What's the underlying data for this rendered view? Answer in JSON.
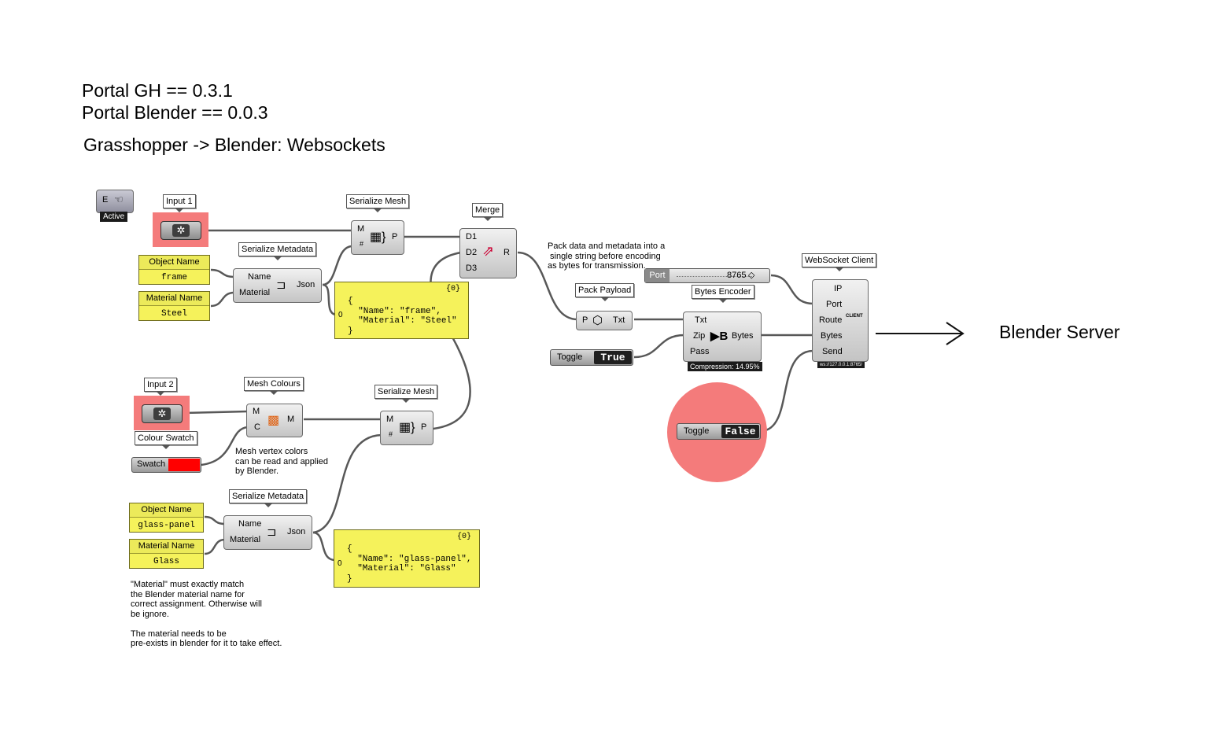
{
  "header": {
    "line1": "Portal GH == 0.3.1",
    "line2": "Portal Blender == 0.0.3",
    "subtitle": "Grasshopper -> Blender: Websockets"
  },
  "trigger": {
    "letter": "E",
    "state": "Active"
  },
  "input1": {
    "label": "Input 1"
  },
  "input2": {
    "label": "Input 2"
  },
  "serialize_mesh_1": {
    "label": "Serialize Mesh",
    "in_m": "M",
    "in_hash": "#",
    "out": "P"
  },
  "serialize_mesh_2": {
    "label": "Serialize Mesh",
    "in_m": "M",
    "in_hash": "#",
    "out": "P"
  },
  "serialize_meta_1": {
    "label": "Serialize Metadata",
    "in_name": "Name",
    "in_material": "Material",
    "out": "Json"
  },
  "serialize_meta_2": {
    "label": "Serialize Metadata",
    "in_name": "Name",
    "in_material": "Material",
    "out": "Json"
  },
  "params1": {
    "object_name_label": "Object Name",
    "object_name_value": "frame",
    "material_name_label": "Material Name",
    "material_name_value": "Steel"
  },
  "params2": {
    "object_name_label": "Object Name",
    "object_name_value": "glass-panel",
    "material_name_label": "Material Name",
    "material_name_value": "Glass"
  },
  "panel1": {
    "path": "{0}",
    "index": "0",
    "text": "{\n  \"Name\": \"frame\",\n  \"Material\": \"Steel\"\n}"
  },
  "panel2": {
    "path": "{0}",
    "index": "0",
    "text": "{\n  \"Name\": \"glass-panel\",\n  \"Material\": \"Glass\"\n}"
  },
  "merge": {
    "label": "Merge",
    "in1": "D1",
    "in2": "D2",
    "in3": "D3",
    "out": "R"
  },
  "mesh_colours": {
    "label": "Mesh Colours",
    "in_m": "M",
    "in_c": "C",
    "out": "M"
  },
  "colour_swatch": {
    "label": "Colour Swatch",
    "name": "Swatch",
    "color": "#ff0000"
  },
  "notes": {
    "pack": "Pack data and metadata into a\n single string before encoding\nas bytes for transmission.",
    "vertex": "Mesh vertex colors\ncan be read and applied\nby Blender.",
    "material": "\"Material\" must exactly match\nthe Blender material name for\ncorrect assignment. Otherwise will\nbe ignore.\n\nThe material needs to be\npre-exists in blender for it to take effect."
  },
  "pack_payload": {
    "label": "Pack Payload",
    "in": "P",
    "out": "Txt"
  },
  "bytes_encoder": {
    "label": "Bytes Encoder",
    "in_txt": "Txt",
    "in_zip": "Zip",
    "in_pass": "Pass",
    "out": "Bytes",
    "status": "Compression: 14.95%"
  },
  "toggle_zip": {
    "name": "Toggle",
    "value": "True"
  },
  "toggle_send": {
    "name": "Toggle",
    "value": "False"
  },
  "port_slider": {
    "name": "Port",
    "value": "8765"
  },
  "websocket_client": {
    "label": "WebSocket Client",
    "inputs": [
      "IP",
      "Port",
      "Route",
      "Bytes",
      "Send"
    ],
    "icon_text": "CLIENT",
    "status": "ws://127.0.0.1:8765/"
  },
  "target": {
    "label": "Blender Server"
  },
  "colors": {
    "highlight": "#f47b7b",
    "panel": "#f5f25b",
    "wire": "#555555"
  }
}
